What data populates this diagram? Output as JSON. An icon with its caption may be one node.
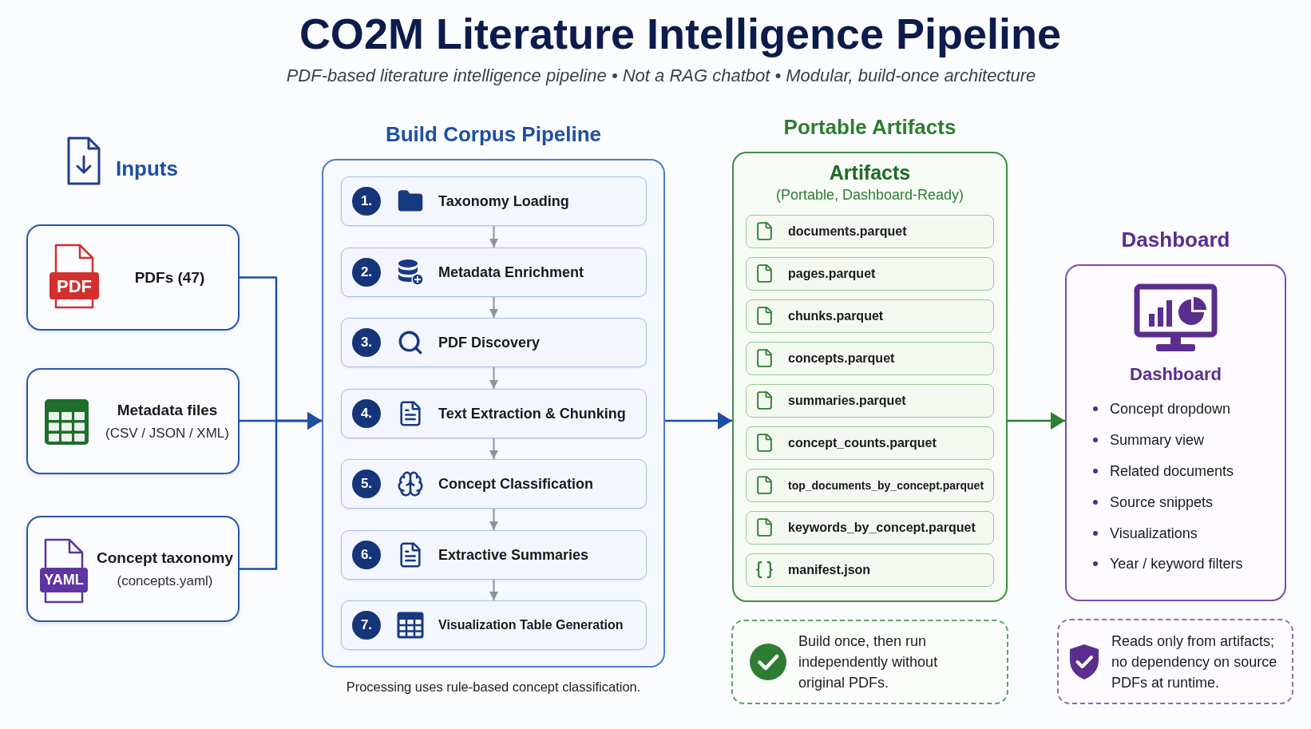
{
  "diagram": {
    "title": "CO2M Literature Intelligence Pipeline",
    "nodes": [
      {
        "text": [
          "PDF",
          "PDFs (47)"
        ]
      },
      {
        "text": [
          "Metadata files",
          "(CSV / JSON / XML)"
        ]
      },
      {
        "text": [
          "YAML",
          "Concept taxonomy",
          "(concepts.yaml)"
        ]
      },
      {
        "text": [
          "Build Corpus Pipeline"
        ],
        "beside": [
          "Processing uses rule-based concept classification."
        ]
      },
      {
        "text": [
          "1.",
          "Taxonomy Loading"
        ],
        "in": 3
      },
      {
        "text": [
          "2.",
          "Metadata Enrichment"
        ],
        "in": 3
      },
      {
        "text": [
          "3.",
          "PDF Discovery"
        ],
        "in": 3
      },
      {
        "text": [
          "4.",
          "Text Extraction & Chunking"
        ],
        "in": 3
      },
      {
        "text": [
          "5.",
          "Concept Classification"
        ],
        "in": 3
      },
      {
        "text": [
          "6.",
          "Extractive Summaries"
        ],
        "in": 3
      },
      {
        "text": [
          "7.",
          "Visualization Table Generation"
        ],
        "in": 3
      },
      {
        "text": [
          "Portable Artifacts",
          "Artifacts",
          "(Portable, Dashboard-Ready)"
        ]
      },
      {
        "text": [
          "documents.parquet"
        ],
        "in": 11
      },
      {
        "text": [
          "pages.parquet"
        ],
        "in": 11
      },
      {
        "text": [
          "chunks.parquet"
        ],
        "in": 11
      },
      {
        "text": [
          "concepts.parquet"
        ],
        "in": 11
      },
      {
        "text": [
          "summaries.parquet"
        ],
        "in": 11
      },
      {
        "text": [
          "concept_counts.parquet"
        ],
        "in": 11
      },
      {
        "text": [
          "top_documents_by_concept.parquet"
        ],
        "in": 11
      },
      {
        "text": [
          "keywords_by_concept.parquet"
        ],
        "in": 11
      },
      {
        "text": [
          "manifest.json"
        ],
        "in": 11
      },
      {
        "text": [
          "Build once, then run independently without original PDFs."
        ]
      },
      {
        "text": [
          "Dashboard",
          "Dashboard",
          "Concept dropdown",
          "Summary view",
          "Related documents",
          "Source snippets",
          "Visualizations",
          "Year / keyword filters"
        ]
      },
      {
        "text": [
          "Reads only from artifacts; no dependency on source PDFs at runtime."
        ]
      }
    ],
    "edges": [
      {
        "from": 0,
        "to": 3,
        "arrow": "to",
        "color": "#1f4fa3"
      },
      {
        "from": 1,
        "to": 3,
        "arrow": "to",
        "color": "#1f4fa3"
      },
      {
        "from": 2,
        "to": 3,
        "arrow": "to",
        "color": "#1f4fa3"
      },
      {
        "from": 4,
        "to": 5,
        "arrow": "to"
      },
      {
        "from": 5,
        "to": 6,
        "arrow": "to"
      },
      {
        "from": 6,
        "to": 7,
        "arrow": "to"
      },
      {
        "from": 7,
        "to": 8,
        "arrow": "to"
      },
      {
        "from": 8,
        "to": 9,
        "arrow": "to"
      },
      {
        "from": 9,
        "to": 10,
        "arrow": "to"
      },
      {
        "from": 3,
        "to": 11,
        "arrow": "to",
        "color": "#1f4fa3"
      },
      {
        "from": 11,
        "to": 22,
        "arrow": "to",
        "color": "#2e7d32"
      }
    ],
    "labels": [
      "PDF-based literature intelligence pipeline • Not a RAG chatbot • Modular, build-once architecture",
      "Inputs"
    ]
  }
}
